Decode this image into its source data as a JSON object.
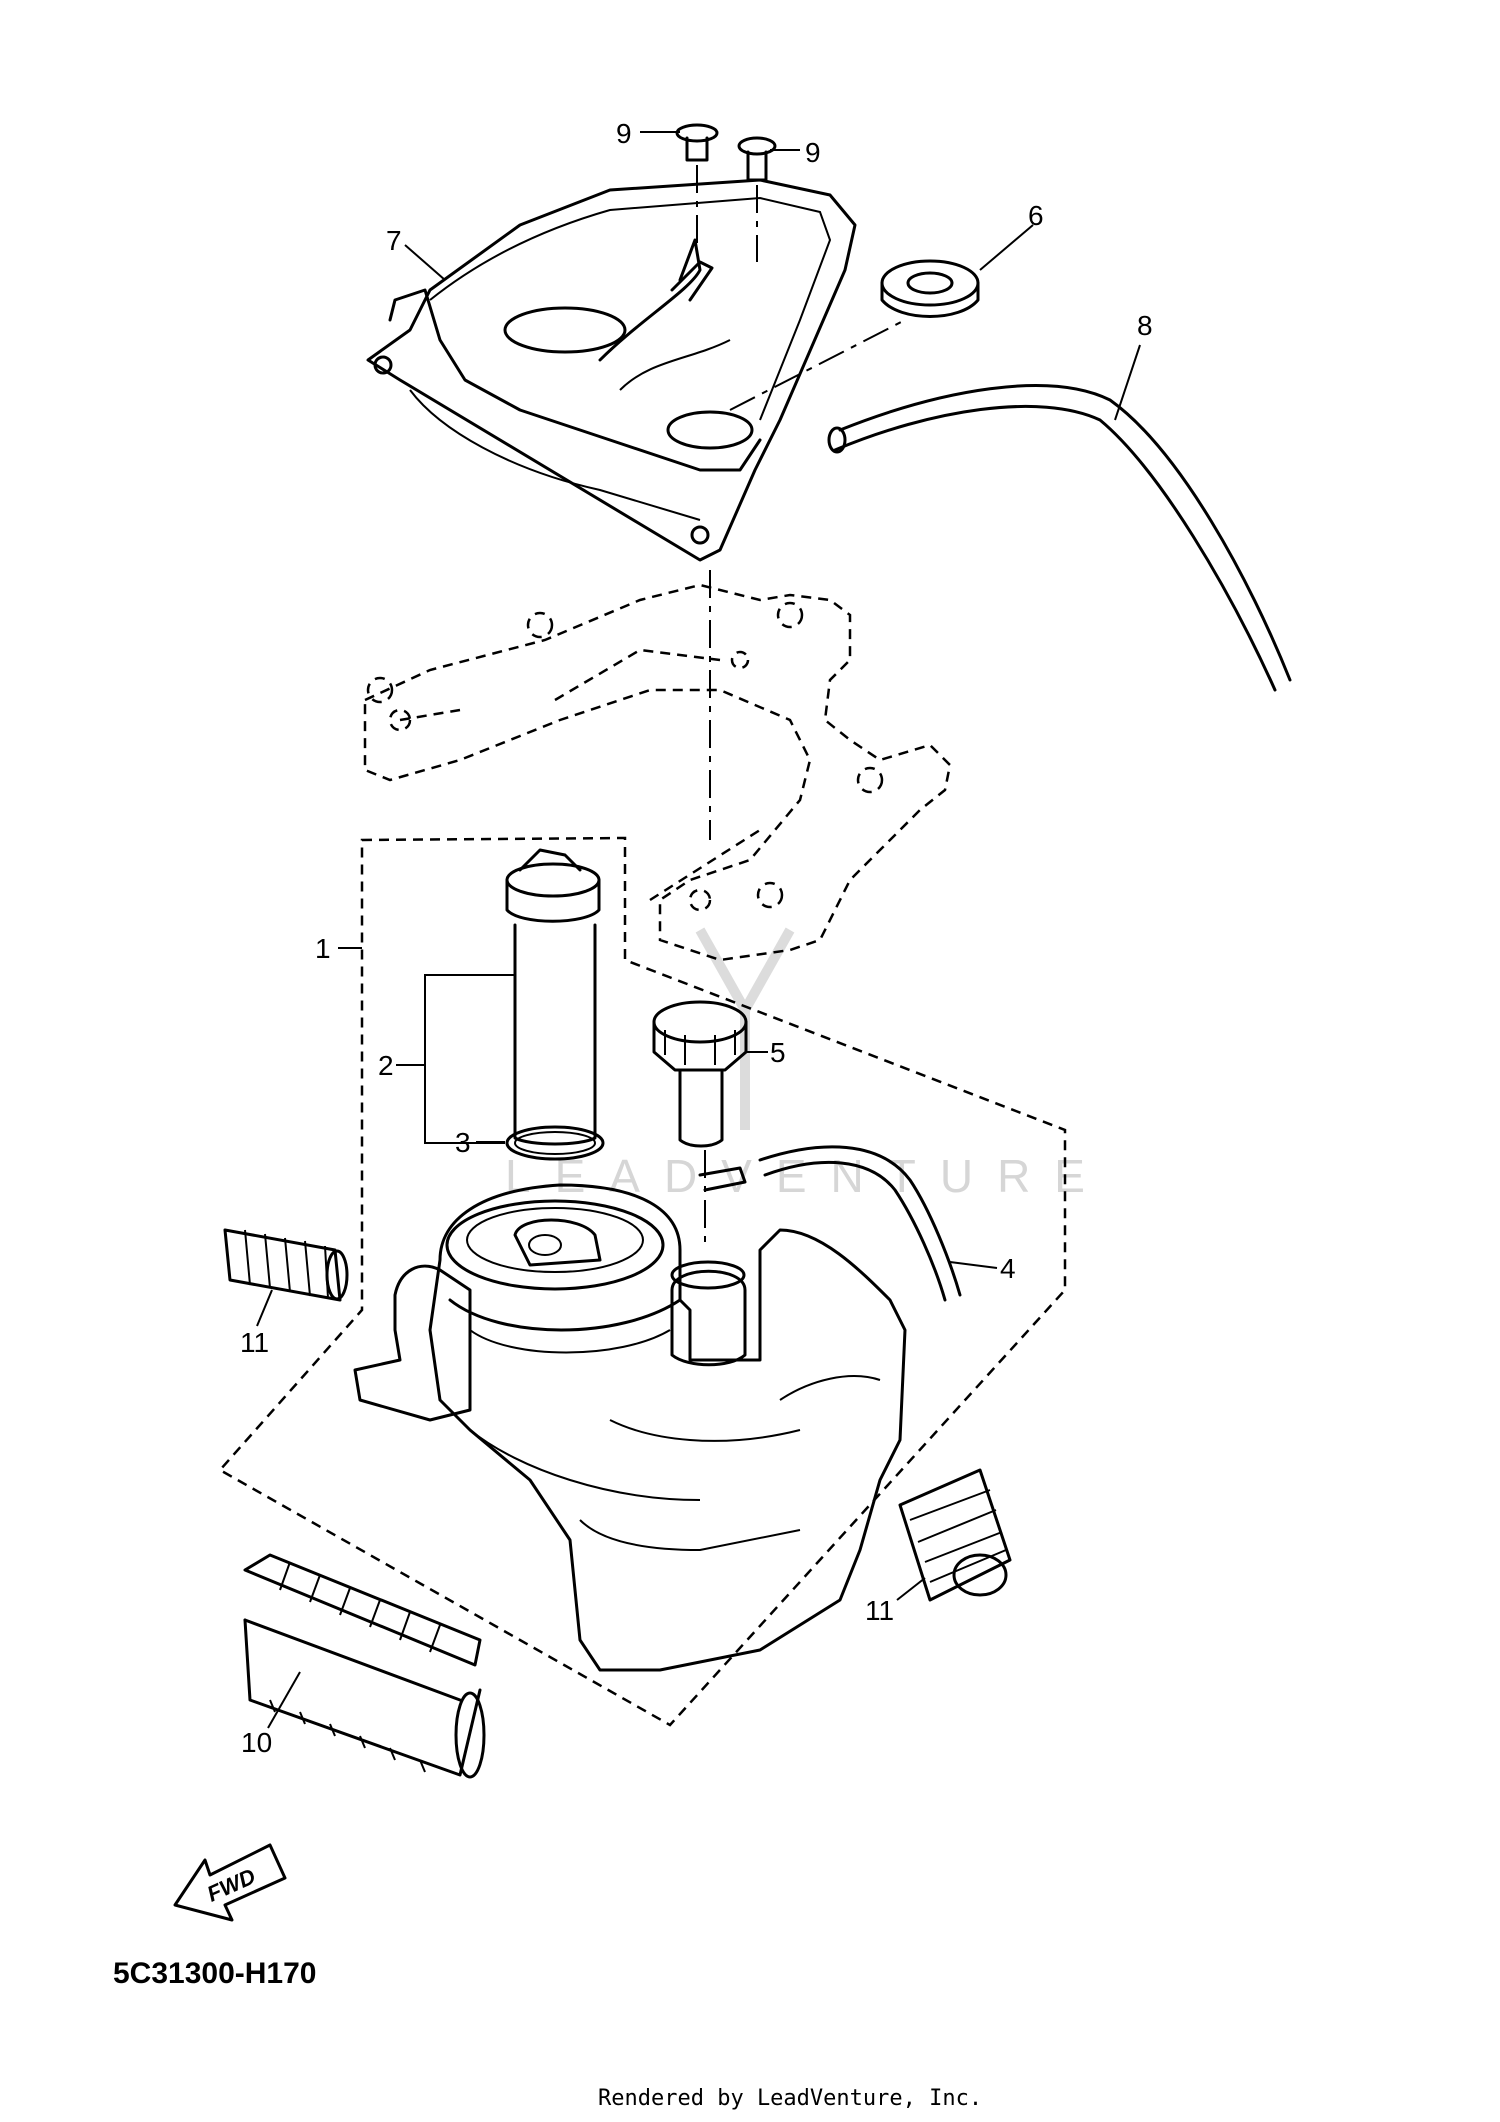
{
  "watermark": "LEADVENTURE",
  "callouts": [
    {
      "id": "label-1",
      "text": "1"
    },
    {
      "id": "label-2",
      "text": "2"
    },
    {
      "id": "label-3",
      "text": "3"
    },
    {
      "id": "label-4",
      "text": "4"
    },
    {
      "id": "label-5",
      "text": "5"
    },
    {
      "id": "label-6",
      "text": "6"
    },
    {
      "id": "label-7",
      "text": "7"
    },
    {
      "id": "label-8",
      "text": "8"
    },
    {
      "id": "label-9a",
      "text": "9"
    },
    {
      "id": "label-9b",
      "text": "9"
    },
    {
      "id": "label-10",
      "text": "10"
    },
    {
      "id": "label-11a",
      "text": "11"
    },
    {
      "id": "label-11b",
      "text": "11"
    }
  ],
  "fwd_label": "FWD",
  "diagram_code": "5C31300-H170",
  "footer": "Rendered by LeadVenture, Inc."
}
